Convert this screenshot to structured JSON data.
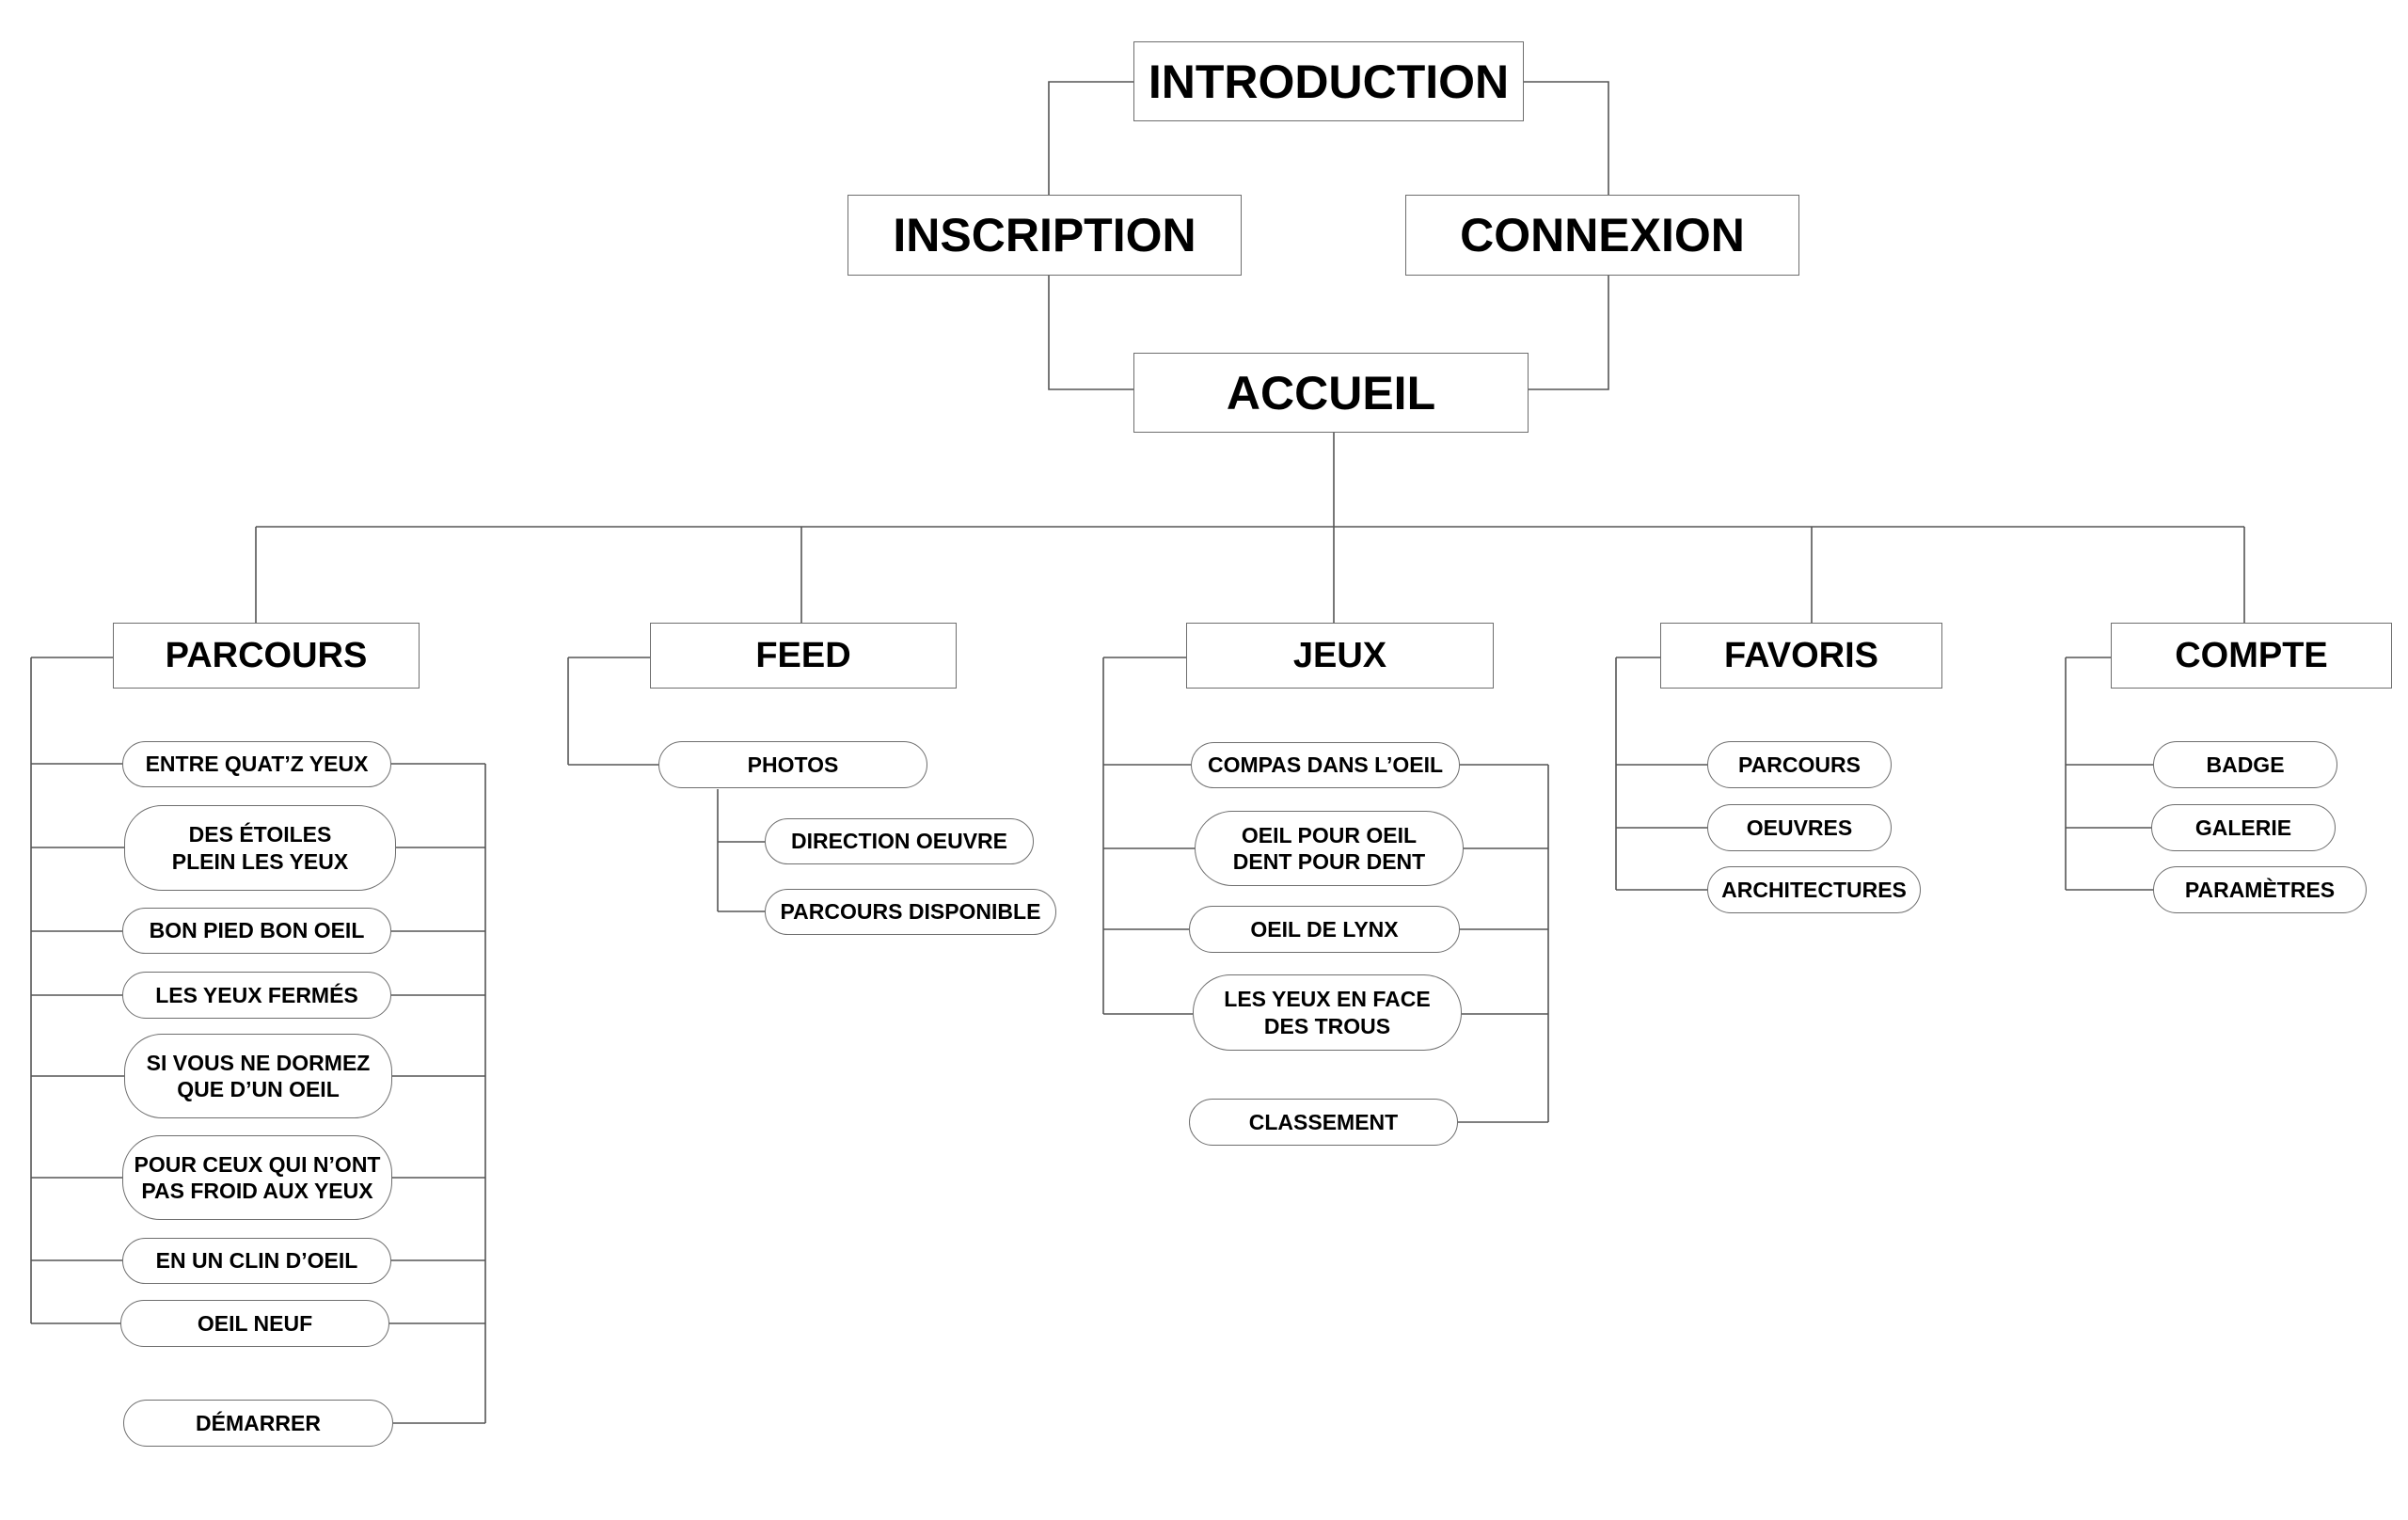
{
  "top": {
    "introduction": "INTRODUCTION",
    "inscription": "INSCRIPTION",
    "connexion": "CONNEXION",
    "accueil": "ACCUEIL"
  },
  "sections": {
    "parcours": {
      "title": "PARCOURS",
      "items": [
        "ENTRE QUAT’Z YEUX",
        "DES ÉTOILES\nPLEIN LES YEUX",
        "BON PIED BON OEIL",
        "LES YEUX FERMÉS",
        "SI VOUS NE DORMEZ\nQUE D’UN OEIL",
        "POUR CEUX QUI N’ONT\nPAS FROID AUX YEUX",
        "EN UN CLIN D’OEIL",
        "OEIL NEUF"
      ],
      "action": "DÉMARRER"
    },
    "feed": {
      "title": "FEED",
      "photos": "PHOTOS",
      "sub": [
        "DIRECTION OEUVRE",
        "PARCOURS DISPONIBLE"
      ]
    },
    "jeux": {
      "title": "JEUX",
      "items": [
        "COMPAS DANS L’OEIL",
        "OEIL POUR OEIL\nDENT POUR DENT",
        "OEIL DE LYNX",
        "LES YEUX EN FACE\nDES TROUS"
      ],
      "action": "CLASSEMENT"
    },
    "favoris": {
      "title": "FAVORIS",
      "items": [
        "PARCOURS",
        "OEUVRES",
        "ARCHITECTURES"
      ]
    },
    "compte": {
      "title": "COMPTE",
      "items": [
        "BADGE",
        "GALERIE",
        "PARAMÈTRES"
      ]
    }
  }
}
